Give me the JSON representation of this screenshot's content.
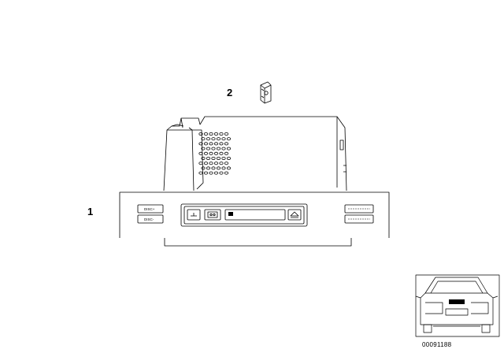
{
  "callouts": {
    "main_unit": "1",
    "connector": "2"
  },
  "unit_labels": {
    "left_button_top": "DISC+",
    "left_button_bottom": "DISC-",
    "right_button_top": "",
    "right_button_bottom": "",
    "display_text": ""
  },
  "icons": [
    "eject-icon",
    "cassette-icon",
    "mode-icon"
  ],
  "diagram_code": "00091188"
}
